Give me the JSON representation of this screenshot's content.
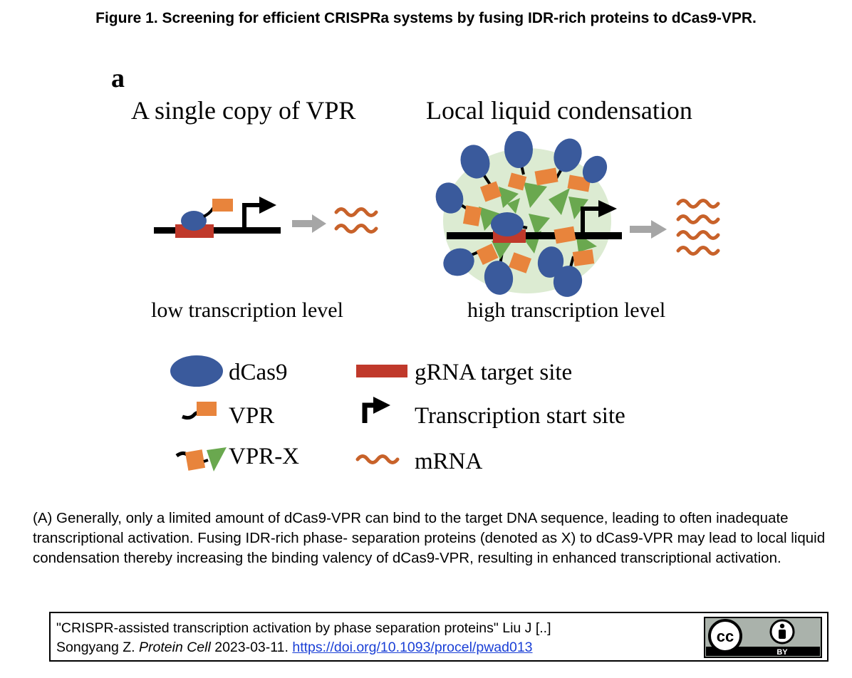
{
  "figure_title": "Figure 1. Screening for efficient CRISPRa systems by fusing IDR-rich proteins to dCas9-VPR.",
  "panel": {
    "letter": "a",
    "left_heading": "A single copy of VPR",
    "right_heading": "Local liquid condensation",
    "left_label": "low transcription level",
    "right_label": "high transcription level"
  },
  "legend": {
    "dcas9": "dCas9",
    "vpr": "VPR",
    "vprx": "VPR-X",
    "grna": "gRNA target site",
    "tss": "Transcription start site",
    "mrna": "mRNA"
  },
  "colors": {
    "dcas9": "#3a5a9c",
    "vpr": "#e8843c",
    "idr": "#6aa84f",
    "grna": "#c0392b",
    "mrna": "#c8622a",
    "condensate": "#dcebd2",
    "arrow_gray": "#a6a6a6"
  },
  "caption": "(A) Generally, only a limited amount of dCas9-VPR can bind to the target DNA sequence, leading to often inadequate transcriptional activation. Fusing IDR-rich phase- separation proteins (denoted as X) to dCas9-VPR may lead to local liquid condensation thereby increasing the binding valency of dCas9-VPR, resulting in enhanced transcriptional activation.",
  "citation": {
    "line1": "\"CRISPR-assisted transcription activation by phase separation proteins\" Liu J [..]",
    "authors_tail": "Songyang Z.",
    "journal": "Protein Cell",
    "date": "2023-03-11.",
    "doi": "https://doi.org/10.1093/procel/pwad013"
  },
  "license": {
    "cc": "cc",
    "by": "BY"
  }
}
